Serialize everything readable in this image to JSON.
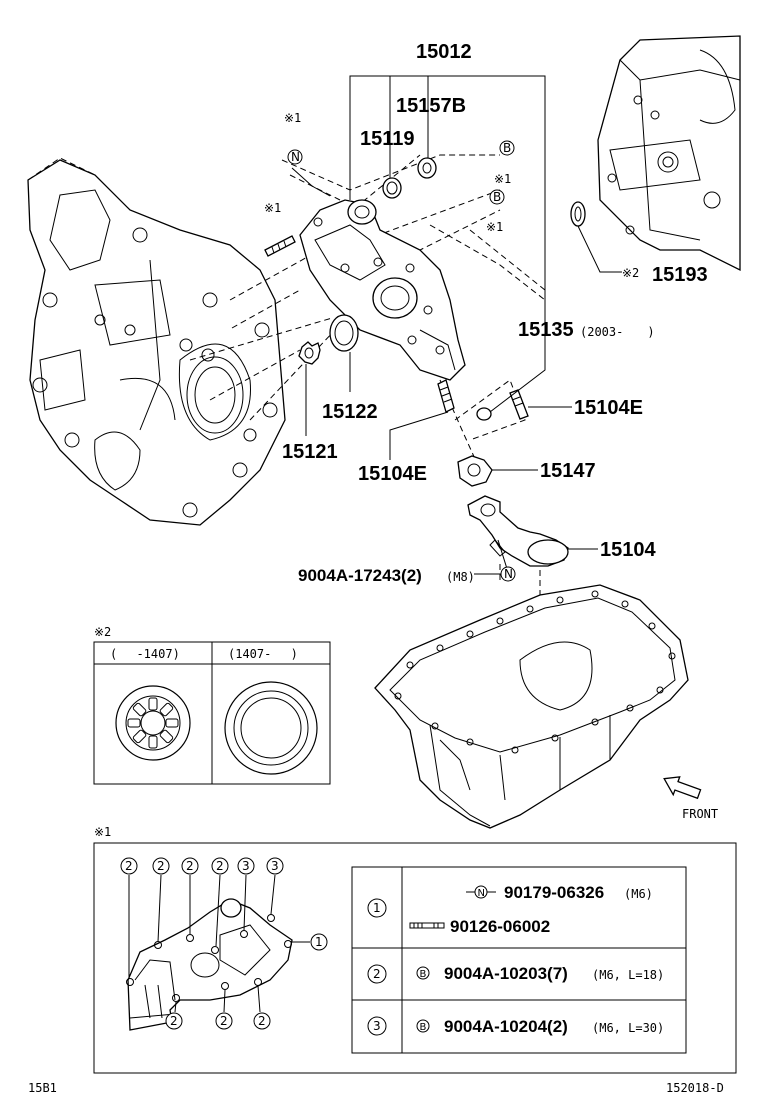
{
  "parts": {
    "p15012": "15012",
    "p15157B": "15157B",
    "p15119": "15119",
    "p15193": "15193",
    "p15135": "15135",
    "p15135_range": "(2003-　　)",
    "p15104E_right": "15104E",
    "p15104E_left": "15104E",
    "p15122": "15122",
    "p15121": "15121",
    "p15147": "15147",
    "p15104": "15104",
    "p9004A_17243": "9004A-17243(2)",
    "p9004A_17243_spec": "(M8)"
  },
  "marks": {
    "note1": "※1",
    "note2": "※2",
    "circle_N": "N",
    "circle_B": "B"
  },
  "inset2": {
    "title": "※2",
    "col1": "(　 -1407)",
    "col2": "(1407-　 )"
  },
  "front_label": "FRONT",
  "inset1": {
    "title": "※1",
    "callouts": [
      "2",
      "2",
      "2",
      "2",
      "3",
      "3",
      "1",
      "2",
      "2",
      "2"
    ],
    "table": [
      {
        "key": "1",
        "lines": [
          {
            "prefix": "N",
            "part": "90179-06326",
            "spec": "(M6)"
          },
          {
            "prefix": "",
            "part": "90126-06002",
            "spec": ""
          }
        ]
      },
      {
        "key": "2",
        "lines": [
          {
            "prefix": "B",
            "part": "9004A-10203(7)",
            "spec": "(M6, L=18)"
          }
        ]
      },
      {
        "key": "3",
        "lines": [
          {
            "prefix": "B",
            "part": "9004A-10204(2)",
            "spec": "(M6, L=30)"
          }
        ]
      }
    ]
  },
  "footer": {
    "left": "15B1",
    "right": "152018-D"
  }
}
